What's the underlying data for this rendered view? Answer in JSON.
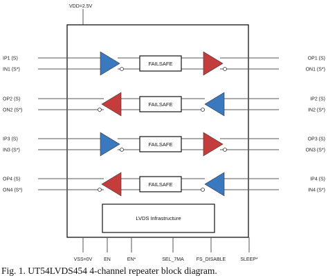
{
  "supply_top": "VDD=2.5V",
  "chip": {
    "channels": [
      {
        "left_pin_top": "IP1 (S)",
        "left_pin_bottom": "IN1 (S*)",
        "right_pin_top": "OP1 (S)",
        "right_pin_bottom": "ON1 (S*)",
        "failsafe": "FAILSAFE",
        "direction": "left-to-right"
      },
      {
        "left_pin_top": "OP2 (S)",
        "left_pin_bottom": "ON2 (S*)",
        "right_pin_top": "IP2 (S)",
        "right_pin_bottom": "IN2 (S*)",
        "failsafe": "FAILSAFE",
        "direction": "right-to-left"
      },
      {
        "left_pin_top": "IP3 (S)",
        "left_pin_bottom": "IN3 (S*)",
        "right_pin_top": "OP3 (S)",
        "right_pin_bottom": "ON3 (S*)",
        "failsafe": "FAILSAFE",
        "direction": "left-to-right"
      },
      {
        "left_pin_top": "OP4 (S)",
        "left_pin_bottom": "ON4 (S*)",
        "right_pin_top": "IP4 (S)",
        "right_pin_bottom": "IN4 (S*)",
        "failsafe": "FAILSAFE",
        "direction": "right-to-left"
      }
    ],
    "infrastructure": "LVDS Infrastructure"
  },
  "bottom_pins": [
    "VSS=0V",
    "EN",
    "EN*",
    "SEL_7MA",
    "FS_DISABLE",
    "SLEEP*"
  ],
  "caption": "Fig. 1. UT54LVDS454 4-channel repeater block diagram.",
  "colors": {
    "input_buffer": "#3a78bf",
    "output_driver": "#c43c3c",
    "outline": "#111111",
    "wire": "#555555"
  }
}
